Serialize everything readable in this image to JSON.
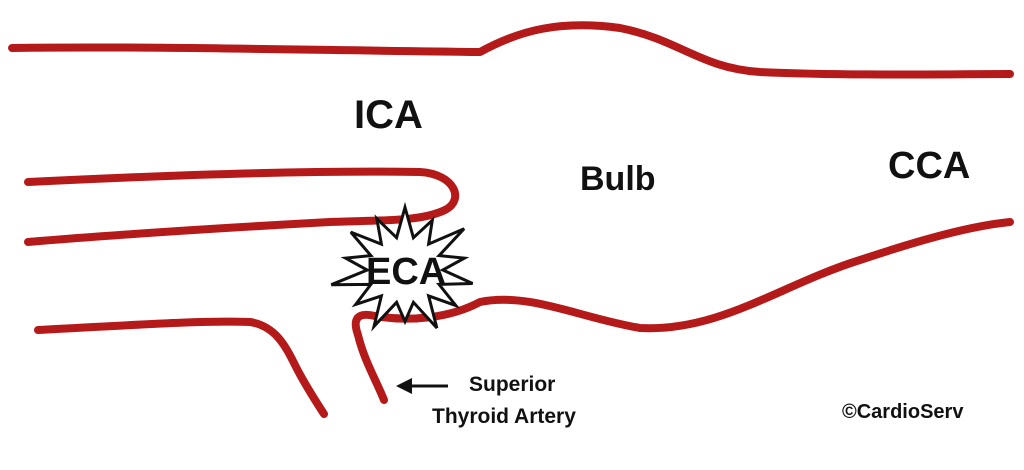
{
  "labels": {
    "ica": "ICA",
    "bulb": "Bulb",
    "cca": "CCA",
    "eca": "ECA",
    "superior_thyroid_line1": "Superior",
    "superior_thyroid_line2": "Thyroid Artery",
    "copyright": "©CardioServ"
  },
  "colors": {
    "vessel": "#b51a1a",
    "text": "#111111",
    "starburst_fill": "#ffffff",
    "starburst_stroke": "#111111"
  },
  "icons": {
    "pointer": "arrow-left-icon",
    "eca_marker": "starburst-icon"
  }
}
